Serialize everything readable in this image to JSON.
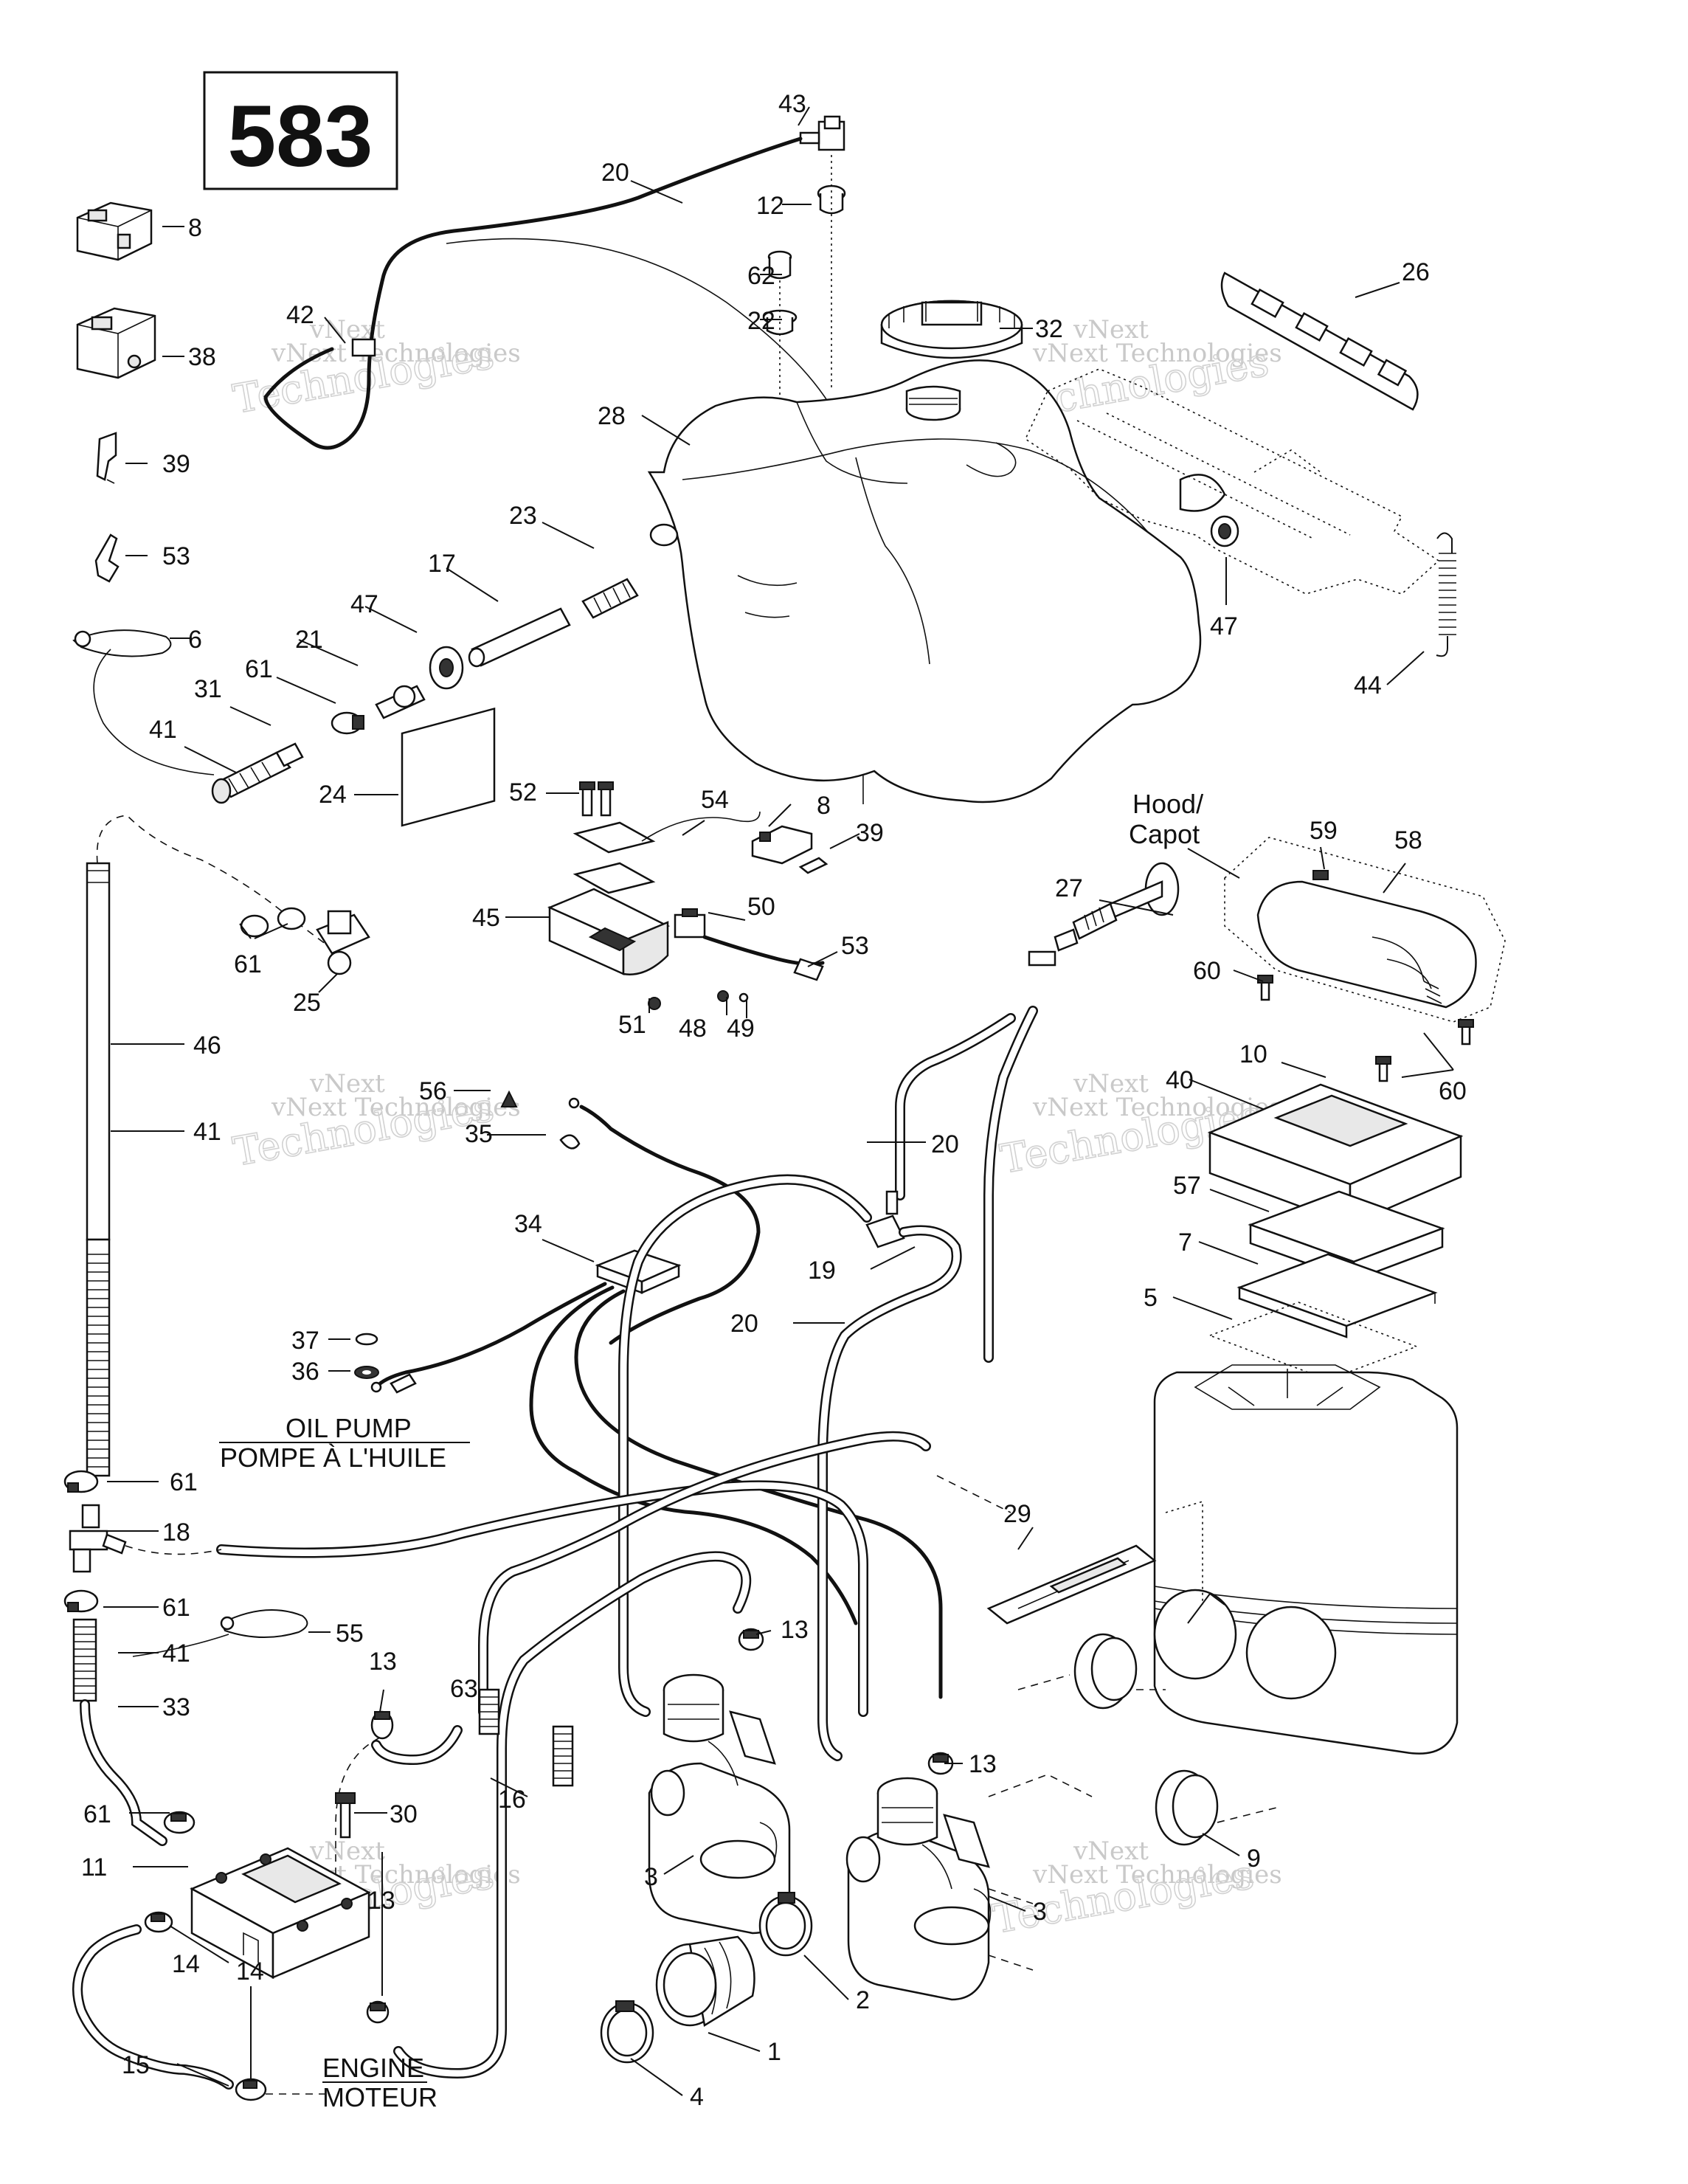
{
  "diagram_id": "583",
  "labels": {
    "hood": "Hood/",
    "capot": "Capot",
    "oil_pump_en": "OIL PUMP",
    "oil_pump_fr": "POMPE À L'HUILE",
    "engine_en": "ENGINE",
    "engine_fr": "MOTEUR"
  },
  "watermark": {
    "line1": "vNext",
    "line2": "vNext Technologies",
    "line3": "Technologies"
  },
  "callouts": [
    {
      "id": "c43",
      "text": "43"
    },
    {
      "id": "c20a",
      "text": "20"
    },
    {
      "id": "c12",
      "text": "12"
    },
    {
      "id": "c8a",
      "text": "8"
    },
    {
      "id": "c62",
      "text": "62"
    },
    {
      "id": "c22",
      "text": "22"
    },
    {
      "id": "c32",
      "text": "32"
    },
    {
      "id": "c26",
      "text": "26"
    },
    {
      "id": "c42",
      "text": "42"
    },
    {
      "id": "c38",
      "text": "38"
    },
    {
      "id": "c28",
      "text": "28"
    },
    {
      "id": "c39a",
      "text": "39"
    },
    {
      "id": "c23",
      "text": "23"
    },
    {
      "id": "c53a",
      "text": "53"
    },
    {
      "id": "c17",
      "text": "17"
    },
    {
      "id": "c47a",
      "text": "47"
    },
    {
      "id": "c47b",
      "text": "47"
    },
    {
      "id": "c44",
      "text": "44"
    },
    {
      "id": "c6",
      "text": "6"
    },
    {
      "id": "c21",
      "text": "21"
    },
    {
      "id": "c61a",
      "text": "61"
    },
    {
      "id": "c31",
      "text": "31"
    },
    {
      "id": "c41a",
      "text": "41"
    },
    {
      "id": "c24",
      "text": "24"
    },
    {
      "id": "c52",
      "text": "52"
    },
    {
      "id": "c54",
      "text": "54"
    },
    {
      "id": "c8b",
      "text": "8"
    },
    {
      "id": "c39b",
      "text": "39"
    },
    {
      "id": "c59",
      "text": "59"
    },
    {
      "id": "c58",
      "text": "58"
    },
    {
      "id": "c27",
      "text": "27"
    },
    {
      "id": "c45",
      "text": "45"
    },
    {
      "id": "c50",
      "text": "50"
    },
    {
      "id": "c53b",
      "text": "53"
    },
    {
      "id": "c60a",
      "text": "60"
    },
    {
      "id": "c61b",
      "text": "61"
    },
    {
      "id": "c25",
      "text": "25"
    },
    {
      "id": "c51",
      "text": "51"
    },
    {
      "id": "c48",
      "text": "48"
    },
    {
      "id": "c49",
      "text": "49"
    },
    {
      "id": "c46",
      "text": "46"
    },
    {
      "id": "c10",
      "text": "10"
    },
    {
      "id": "c40",
      "text": "40"
    },
    {
      "id": "c60b",
      "text": "60"
    },
    {
      "id": "c56",
      "text": "56"
    },
    {
      "id": "c35",
      "text": "35"
    },
    {
      "id": "c41b",
      "text": "41"
    },
    {
      "id": "c20b",
      "text": "20"
    },
    {
      "id": "c57",
      "text": "57"
    },
    {
      "id": "c34",
      "text": "34"
    },
    {
      "id": "c19",
      "text": "19"
    },
    {
      "id": "c7",
      "text": "7"
    },
    {
      "id": "c5",
      "text": "5"
    },
    {
      "id": "c20c",
      "text": "20"
    },
    {
      "id": "c37",
      "text": "37"
    },
    {
      "id": "c36",
      "text": "36"
    },
    {
      "id": "c61c",
      "text": "61"
    },
    {
      "id": "c29",
      "text": "29"
    },
    {
      "id": "c18",
      "text": "18"
    },
    {
      "id": "c61d",
      "text": "61"
    },
    {
      "id": "c41c",
      "text": "41"
    },
    {
      "id": "c55",
      "text": "55"
    },
    {
      "id": "c13a",
      "text": "13"
    },
    {
      "id": "c13b",
      "text": "13"
    },
    {
      "id": "c33",
      "text": "33"
    },
    {
      "id": "c63",
      "text": "63"
    },
    {
      "id": "c13c",
      "text": "13"
    },
    {
      "id": "c61e",
      "text": "61"
    },
    {
      "id": "c30",
      "text": "30"
    },
    {
      "id": "c16",
      "text": "16"
    },
    {
      "id": "c11",
      "text": "11"
    },
    {
      "id": "c3a",
      "text": "3"
    },
    {
      "id": "c9",
      "text": "9"
    },
    {
      "id": "c13d",
      "text": "13"
    },
    {
      "id": "c3b",
      "text": "3"
    },
    {
      "id": "c14a",
      "text": "14"
    },
    {
      "id": "c2",
      "text": "2"
    },
    {
      "id": "c14b",
      "text": "14"
    },
    {
      "id": "c1",
      "text": "1"
    },
    {
      "id": "c15",
      "text": "15"
    },
    {
      "id": "c4",
      "text": "4"
    }
  ]
}
